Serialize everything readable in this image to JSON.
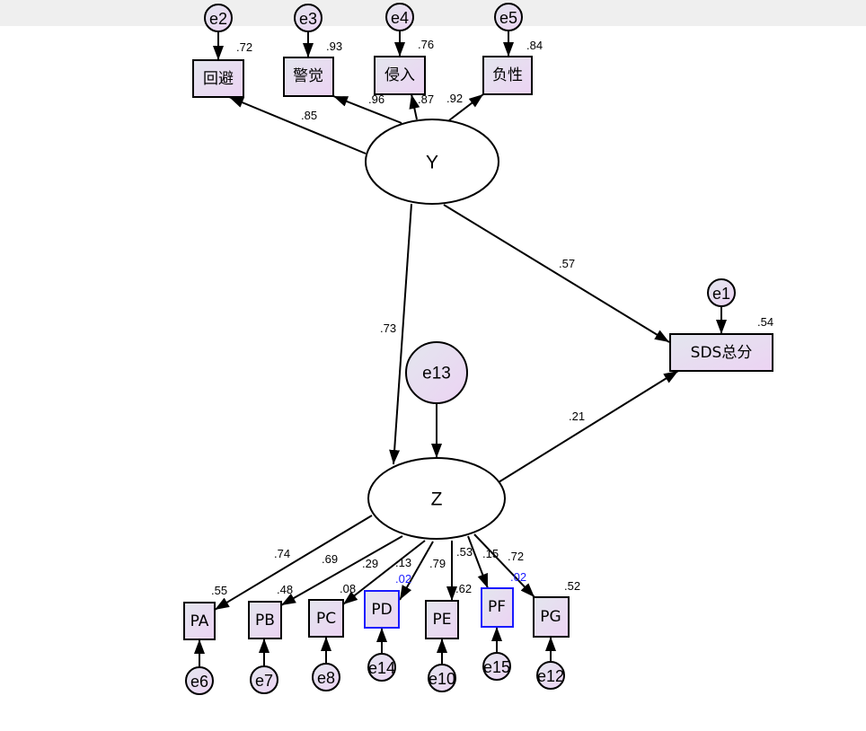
{
  "diagram": {
    "type": "structural-equation-model",
    "colors": {
      "node_fill_start": "#e3e6ee",
      "node_fill_end": "#ecd3f3",
      "border": "#000000",
      "flag": "#1a1aff",
      "top_band": "#efefef"
    },
    "latent": [
      {
        "id": "Y",
        "label": "Y"
      },
      {
        "id": "Z",
        "label": "Z",
        "r2": ".53"
      }
    ],
    "observed": [
      {
        "label": "回避",
        "r2": ".72",
        "flagged": false
      },
      {
        "label": "警觉",
        "r2": ".93",
        "flagged": false
      },
      {
        "label": "侵入",
        "r2": ".76",
        "flagged": false
      },
      {
        "label": "负性",
        "r2": ".84",
        "flagged": false
      },
      {
        "label": "SDS总分",
        "r2": ".54",
        "flagged": false
      },
      {
        "label": "PA",
        "r2": ".55",
        "flagged": false
      },
      {
        "label": "PB",
        "r2": ".48",
        "flagged": false
      },
      {
        "label": "PC",
        "r2": ".08",
        "flagged": false
      },
      {
        "label": "PD",
        "r2": ".02",
        "flagged": true
      },
      {
        "label": "PE",
        "r2": ".62",
        "flagged": false
      },
      {
        "label": "PF",
        "r2": ".02",
        "flagged": true
      },
      {
        "label": "PG",
        "r2": ".52",
        "flagged": false
      }
    ],
    "errors": [
      {
        "label": "e2",
        "target": "回避"
      },
      {
        "label": "e3",
        "target": "警觉"
      },
      {
        "label": "e4",
        "target": "侵入"
      },
      {
        "label": "e5",
        "target": "负性"
      },
      {
        "label": "e1",
        "target": "SDS总分"
      },
      {
        "label": "e13",
        "target": "Z"
      },
      {
        "label": "e6",
        "target": "PA"
      },
      {
        "label": "e7",
        "target": "PB"
      },
      {
        "label": "e8",
        "target": "PC"
      },
      {
        "label": "e14",
        "target": "PD"
      },
      {
        "label": "e10",
        "target": "PE"
      },
      {
        "label": "e15",
        "target": "PF"
      },
      {
        "label": "e12",
        "target": "PG"
      }
    ],
    "paths": [
      {
        "from": "Y",
        "to": "回避",
        "coef": ".85"
      },
      {
        "from": "Y",
        "to": "警觉",
        "coef": ".96"
      },
      {
        "from": "Y",
        "to": "侵入",
        "coef": ".87"
      },
      {
        "from": "Y",
        "to": "负性",
        "coef": ".92"
      },
      {
        "from": "Y",
        "to": "Z",
        "coef": ".73"
      },
      {
        "from": "Y",
        "to": "SDS总分",
        "coef": ".57"
      },
      {
        "from": "Z",
        "to": "SDS总分",
        "coef": ".21"
      },
      {
        "from": "Z",
        "to": "PA",
        "coef": ".74"
      },
      {
        "from": "Z",
        "to": "PB",
        "coef": ".69"
      },
      {
        "from": "Z",
        "to": "PC",
        "coef": ".29"
      },
      {
        "from": "Z",
        "to": "PD",
        "coef": ".13"
      },
      {
        "from": "Z",
        "to": "PE",
        "coef": ".79"
      },
      {
        "from": "Z",
        "to": "PF",
        "coef": ".15"
      },
      {
        "from": "Z",
        "to": "PG",
        "coef": ".72"
      }
    ]
  }
}
